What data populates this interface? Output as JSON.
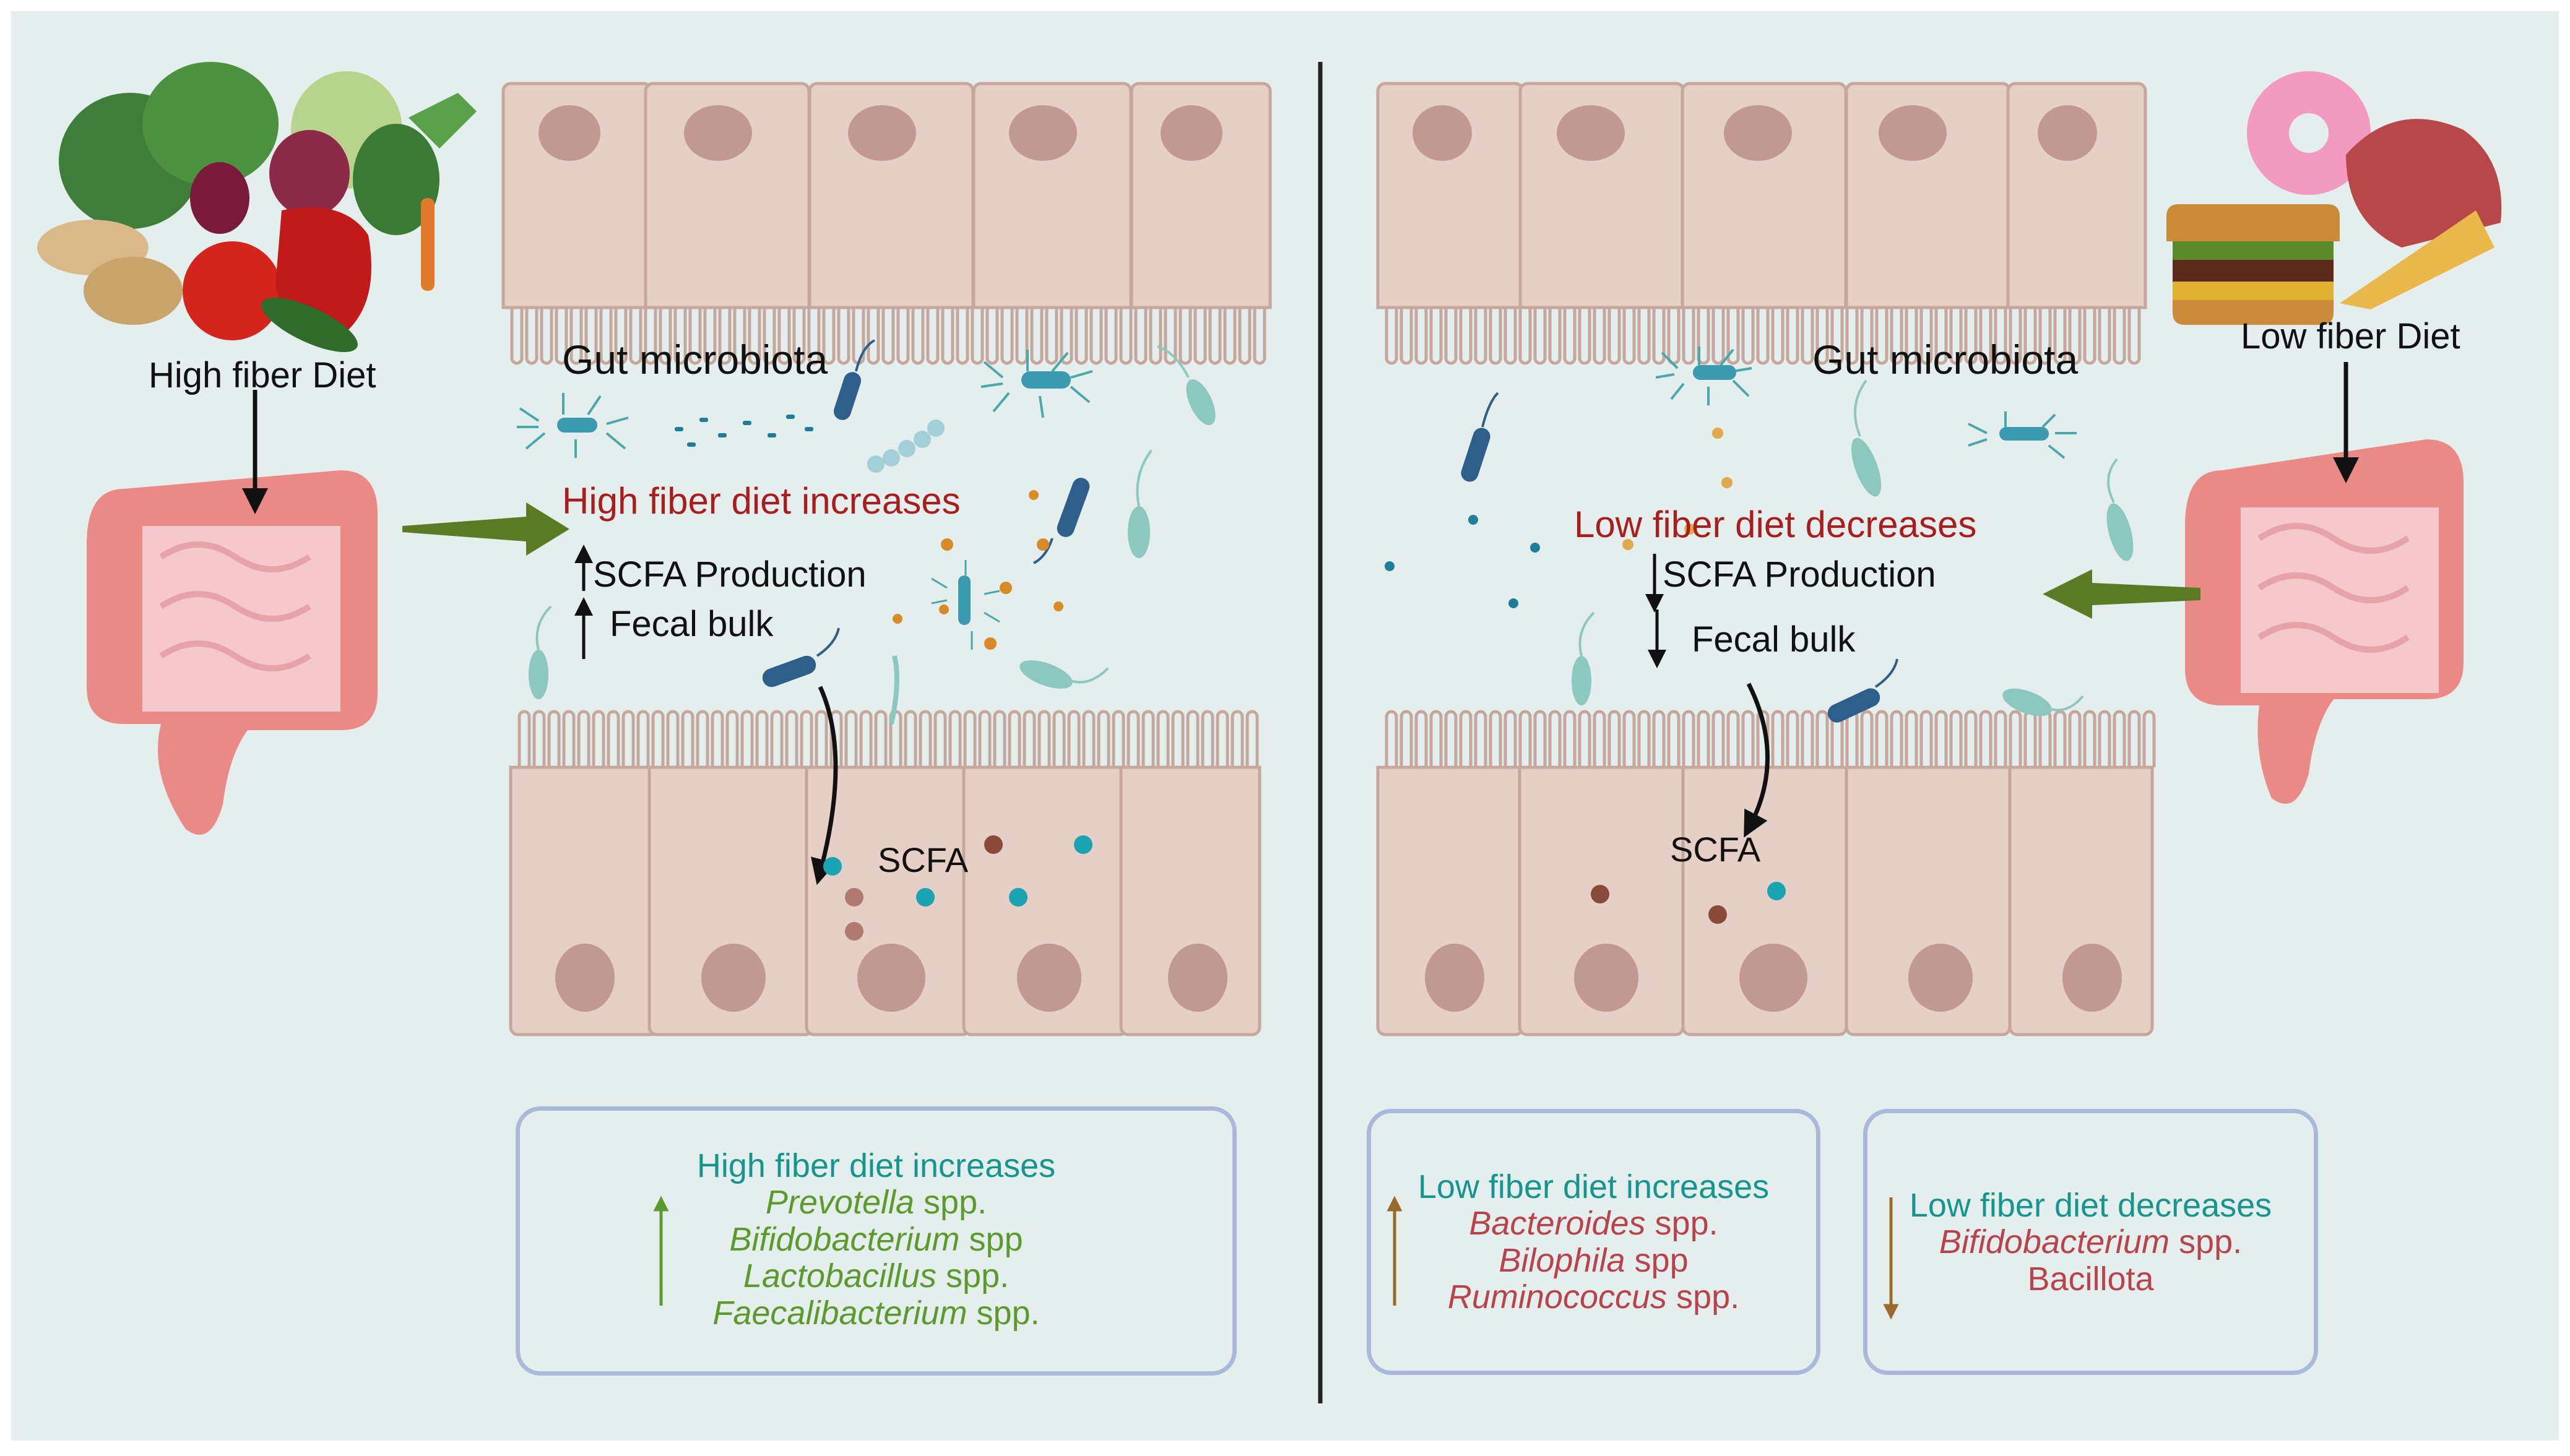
{
  "left": {
    "diet_label": "High fiber Diet",
    "microbiota_label": "Gut microbiota",
    "effect_heading": "High fiber diet increases",
    "scfa_production": "SCFA Production",
    "fecal_bulk": "Fecal bulk",
    "scfa_label": "SCFA",
    "box": {
      "heading": "High fiber diet increases",
      "taxa": [
        {
          "genus": "Prevotella",
          "suffix": " spp."
        },
        {
          "genus": "Bifidobacterium",
          "suffix": " spp"
        },
        {
          "genus": "Lactobacillus",
          "suffix": " spp."
        },
        {
          "genus": "Faecalibacterium",
          "suffix": " spp."
        }
      ]
    }
  },
  "right": {
    "diet_label": "Low fiber Diet",
    "microbiota_label": "Gut microbiota",
    "effect_heading": "Low fiber diet decreases",
    "scfa_production": "SCFA Production",
    "fecal_bulk": "Fecal bulk",
    "scfa_label": "SCFA",
    "box_increase": {
      "heading": "Low fiber diet increases",
      "taxa": [
        {
          "genus": "Bacteroides",
          "suffix": " spp."
        },
        {
          "genus": "Bilophila",
          "suffix": " spp"
        },
        {
          "genus": "Ruminococcus",
          "suffix": " spp."
        }
      ]
    },
    "box_decrease": {
      "heading": "Low fiber diet decreases",
      "taxa": [
        {
          "genus": "Bifidobacterium",
          "suffix": " spp."
        }
      ],
      "plain": "Bacillota"
    }
  },
  "colors": {
    "background": "#e4eeec",
    "cell_fill": "#e6cfc6",
    "cell_stroke": "#c5a79d",
    "nucleus": "#c09a90",
    "teal_text": "#16958f",
    "green_text": "#5c9a2e",
    "red_text": "#a81e1e",
    "rose_text": "#b8434c",
    "arrow_green": "#5a7a24",
    "box_border": "#a9b9dc"
  }
}
